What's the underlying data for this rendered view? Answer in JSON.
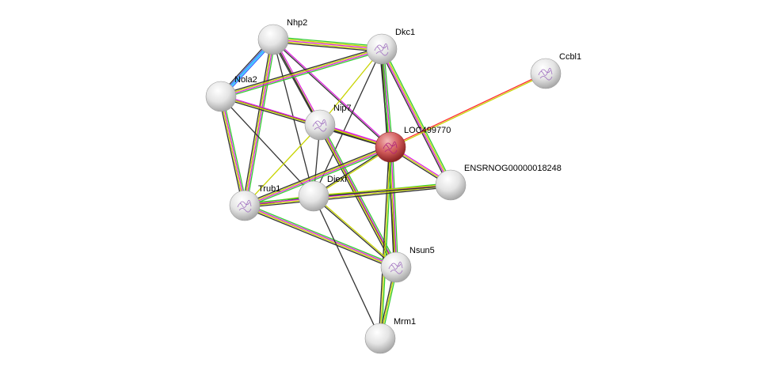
{
  "network": {
    "nodes": [
      {
        "id": "Nhp2",
        "label": "Nhp2",
        "query": false,
        "structure": false
      },
      {
        "id": "Dkc1",
        "label": "Dkc1",
        "query": false,
        "structure": true
      },
      {
        "id": "Ccbl1",
        "label": "Ccbl1",
        "query": false,
        "structure": true
      },
      {
        "id": "Nola2",
        "label": "Nola2",
        "query": false,
        "structure": false
      },
      {
        "id": "Nip7",
        "label": "Nip7",
        "query": false,
        "structure": true
      },
      {
        "id": "LOC499770",
        "label": "LOC499770",
        "query": true,
        "structure": true
      },
      {
        "id": "ENSRNOG00000018248",
        "label": "ENSRNOG00000018248",
        "query": false,
        "structure": false
      },
      {
        "id": "Diexf",
        "label": "Diexf",
        "query": false,
        "structure": false
      },
      {
        "id": "Trub1",
        "label": "Trub1",
        "query": false,
        "structure": true
      },
      {
        "id": "Nsun5",
        "label": "Nsun5",
        "query": false,
        "structure": true
      },
      {
        "id": "Mrm1",
        "label": "Mrm1",
        "query": false,
        "structure": false
      }
    ],
    "edge_colors": {
      "green": "#33cc33",
      "magenta": "#dd22dd",
      "yellow": "#c8d400",
      "black": "#333333",
      "blue": "#3366ff",
      "cyan": "#00c8ff",
      "red": "#ff2a2a"
    },
    "node_colors": {
      "default": "#e8e8e8",
      "query": "#d05050"
    },
    "edges": [
      {
        "a": "Nhp2",
        "b": "Dkc1",
        "types": [
          "green",
          "yellow",
          "magenta",
          "yellow",
          "black"
        ]
      },
      {
        "a": "Nhp2",
        "b": "Nola2",
        "types": [
          "blue",
          "cyan",
          "blue",
          "black"
        ]
      },
      {
        "a": "Nhp2",
        "b": "Nip7",
        "types": [
          "magenta",
          "yellow",
          "black"
        ]
      },
      {
        "a": "Nhp2",
        "b": "LOC499770",
        "types": [
          "magenta",
          "black"
        ]
      },
      {
        "a": "Nhp2",
        "b": "Trub1",
        "types": [
          "green",
          "magenta",
          "yellow",
          "black"
        ]
      },
      {
        "a": "Nhp2",
        "b": "Diexf",
        "types": [
          "black"
        ]
      },
      {
        "a": "Nhp2",
        "b": "Nsun5",
        "types": [
          "black"
        ]
      },
      {
        "a": "Dkc1",
        "b": "Nola2",
        "types": [
          "green",
          "magenta",
          "yellow",
          "black"
        ]
      },
      {
        "a": "Dkc1",
        "b": "Nip7",
        "types": [
          "yellow"
        ]
      },
      {
        "a": "Dkc1",
        "b": "LOC499770",
        "types": [
          "green",
          "magenta",
          "yellow",
          "black"
        ]
      },
      {
        "a": "Dkc1",
        "b": "ENSRNOG00000018248",
        "types": [
          "green",
          "yellow",
          "magenta",
          "black"
        ]
      },
      {
        "a": "Dkc1",
        "b": "Diexf",
        "types": [
          "black"
        ]
      },
      {
        "a": "Dkc1",
        "b": "Nsun5",
        "types": [
          "green",
          "black"
        ]
      },
      {
        "a": "Nola2",
        "b": "Nip7",
        "types": [
          "black"
        ]
      },
      {
        "a": "Nola2",
        "b": "LOC499770",
        "types": [
          "magenta",
          "yellow",
          "black"
        ]
      },
      {
        "a": "Nola2",
        "b": "Trub1",
        "types": [
          "green",
          "magenta",
          "yellow",
          "black"
        ]
      },
      {
        "a": "Nola2",
        "b": "Diexf",
        "types": [
          "black"
        ]
      },
      {
        "a": "Nip7",
        "b": "LOC499770",
        "types": [
          "magenta",
          "yellow",
          "black"
        ]
      },
      {
        "a": "Nip7",
        "b": "Trub1",
        "types": [
          "yellow"
        ]
      },
      {
        "a": "Nip7",
        "b": "Diexf",
        "types": [
          "black"
        ]
      },
      {
        "a": "Nip7",
        "b": "Nsun5",
        "types": [
          "green",
          "magenta",
          "yellow",
          "black"
        ]
      },
      {
        "a": "LOC499770",
        "b": "Ccbl1",
        "types": [
          "red",
          "yellow"
        ]
      },
      {
        "a": "LOC499770",
        "b": "ENSRNOG00000018248",
        "types": [
          "magenta",
          "yellow",
          "black"
        ]
      },
      {
        "a": "LOC499770",
        "b": "Trub1",
        "types": [
          "green",
          "magenta",
          "yellow",
          "black"
        ]
      },
      {
        "a": "LOC499770",
        "b": "Diexf",
        "types": [
          "yellow",
          "black"
        ]
      },
      {
        "a": "LOC499770",
        "b": "Nsun5",
        "types": [
          "green",
          "magenta",
          "yellow",
          "black"
        ]
      },
      {
        "a": "LOC499770",
        "b": "Mrm1",
        "types": [
          "green",
          "yellow",
          "black"
        ]
      },
      {
        "a": "Trub1",
        "b": "Diexf",
        "types": [
          "yellow",
          "black"
        ]
      },
      {
        "a": "Trub1",
        "b": "ENSRNOG00000018248",
        "types": [
          "green",
          "magenta",
          "yellow",
          "black"
        ]
      },
      {
        "a": "Trub1",
        "b": "Nsun5",
        "types": [
          "green",
          "magenta",
          "yellow",
          "black"
        ]
      },
      {
        "a": "Diexf",
        "b": "ENSRNOG00000018248",
        "types": [
          "yellow",
          "black"
        ]
      },
      {
        "a": "Diexf",
        "b": "Nsun5",
        "types": [
          "yellow",
          "black"
        ]
      },
      {
        "a": "Diexf",
        "b": "Mrm1",
        "types": [
          "black"
        ]
      },
      {
        "a": "Nsun5",
        "b": "Mrm1",
        "types": [
          "green",
          "yellow",
          "black"
        ]
      }
    ]
  }
}
